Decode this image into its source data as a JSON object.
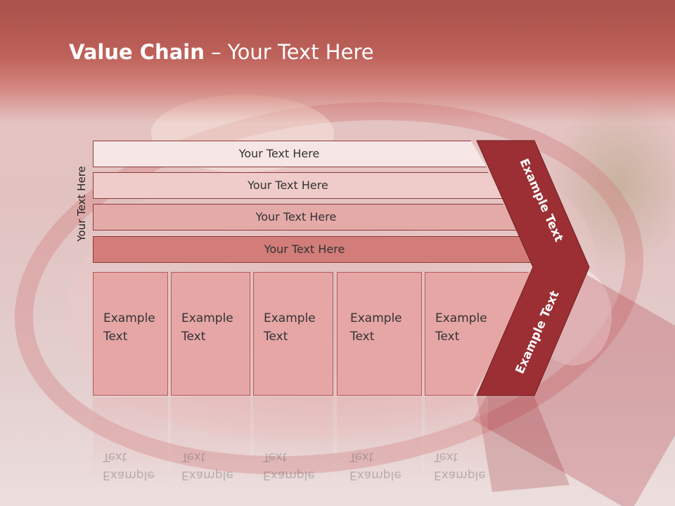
{
  "slide": {
    "title_bold": "Value Chain",
    "title_rest": " – Your Text Here",
    "side_label": "Your Text Here",
    "rows": [
      "Your Text Here",
      "Your Text Here",
      "Your Text Here",
      "Your Text Here"
    ],
    "boxes": [
      {
        "line1": "Example",
        "line2": "Text"
      },
      {
        "line1": "Example",
        "line2": "Text"
      },
      {
        "line1": "Example",
        "line2": "Text"
      },
      {
        "line1": "Example",
        "line2": "Text"
      },
      {
        "line1": "Example",
        "line2": "Text"
      }
    ],
    "chevron_top_label": "Example Text",
    "chevron_bottom_label": "Example Text"
  },
  "colors": {
    "title_band": "#bd6159",
    "chevron": "#9b2f33",
    "row1": "#f7e6e6",
    "row2": "#efcbca",
    "row3": "#e4aaa8",
    "row4": "#d27d79",
    "box": "#e6a6a6"
  }
}
